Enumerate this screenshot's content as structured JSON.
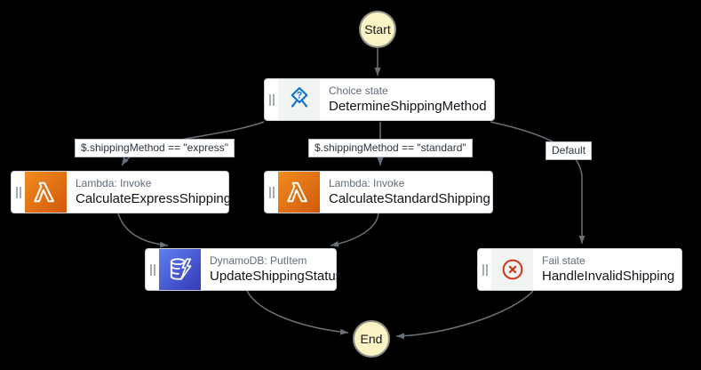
{
  "diagram": {
    "kind": "state-machine-graph",
    "terminals": {
      "start": "Start",
      "end": "End"
    },
    "nodes": {
      "choice": {
        "type_label": "Choice state",
        "title": "DetermineShippingMethod",
        "icon": "choice-icon"
      },
      "express": {
        "type_label": "Lambda: Invoke",
        "title": "CalculateExpressShipping",
        "icon": "lambda-icon"
      },
      "standard": {
        "type_label": "Lambda: Invoke",
        "title": "CalculateStandardShipping",
        "icon": "lambda-icon"
      },
      "update": {
        "type_label": "DynamoDB: PutItem",
        "title": "UpdateShippingStatus",
        "icon": "dynamodb-icon"
      },
      "fail": {
        "type_label": "Fail state",
        "title": "HandleInvalidShipping",
        "icon": "fail-circle-x-icon"
      }
    },
    "edge_labels": {
      "express": "$.shippingMethod == \"express\"",
      "standard": "$.shippingMethod == \"standard\"",
      "default": "Default"
    },
    "colors": {
      "background": "#000000",
      "edge_gray": "#697077",
      "node_border": "#c9cfd6",
      "choice_blue": "#0972d3",
      "lambda_orange_light": "#f08c1d",
      "lambda_orange_dark": "#d2590c",
      "dynamodb_blue_light": "#5e80f0",
      "dynamodb_blue_dark": "#3538b8",
      "fail_red": "#d13212",
      "terminal_fill": "#faf3c4",
      "type_label_gray": "#5f6b7a",
      "title_dark": "#0f141a"
    }
  }
}
